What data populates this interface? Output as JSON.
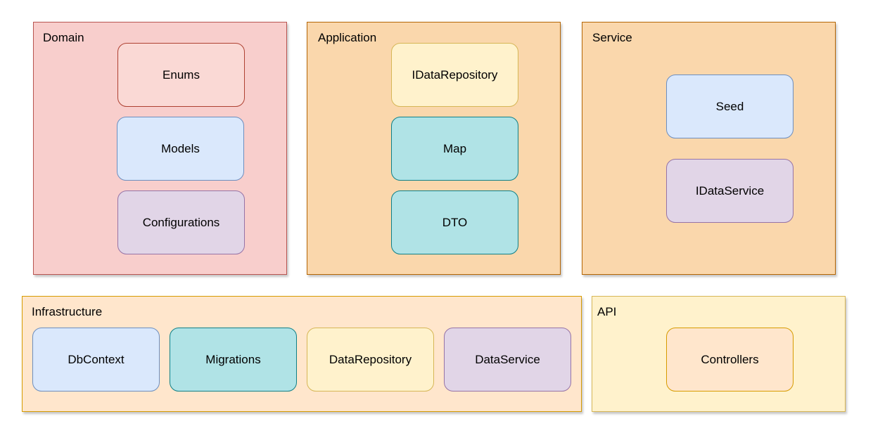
{
  "groups": {
    "domain": {
      "label": "Domain"
    },
    "application": {
      "label": "Application"
    },
    "service": {
      "label": "Service"
    },
    "infrastructure": {
      "label": "Infrastructure"
    },
    "api": {
      "label": "API"
    }
  },
  "nodes": {
    "enums": "Enums",
    "models": "Models",
    "configurations": "Configurations",
    "idatarepository": "IDataRepository",
    "map": "Map",
    "dto": "DTO",
    "seed": "Seed",
    "idataservice": "IDataService",
    "dbcontext": "DbContext",
    "migrations": "Migrations",
    "datarepository": "DataRepository",
    "dataservice": "DataService",
    "controllers": "Controllers"
  },
  "colors": {
    "domain_fill": "#f8cecc",
    "application_fill": "#fad7ac",
    "service_fill": "#fad7ac",
    "infrastructure_fill": "#ffe6cc",
    "api_fill": "#fff2cc",
    "red_node": "#fad9d5",
    "blue_node": "#dae8fc",
    "purple_node": "#e1d5e7",
    "yellow_node": "#fff2cc",
    "teal_node": "#b0e3e6",
    "orange_node": "#ffe6cc"
  }
}
